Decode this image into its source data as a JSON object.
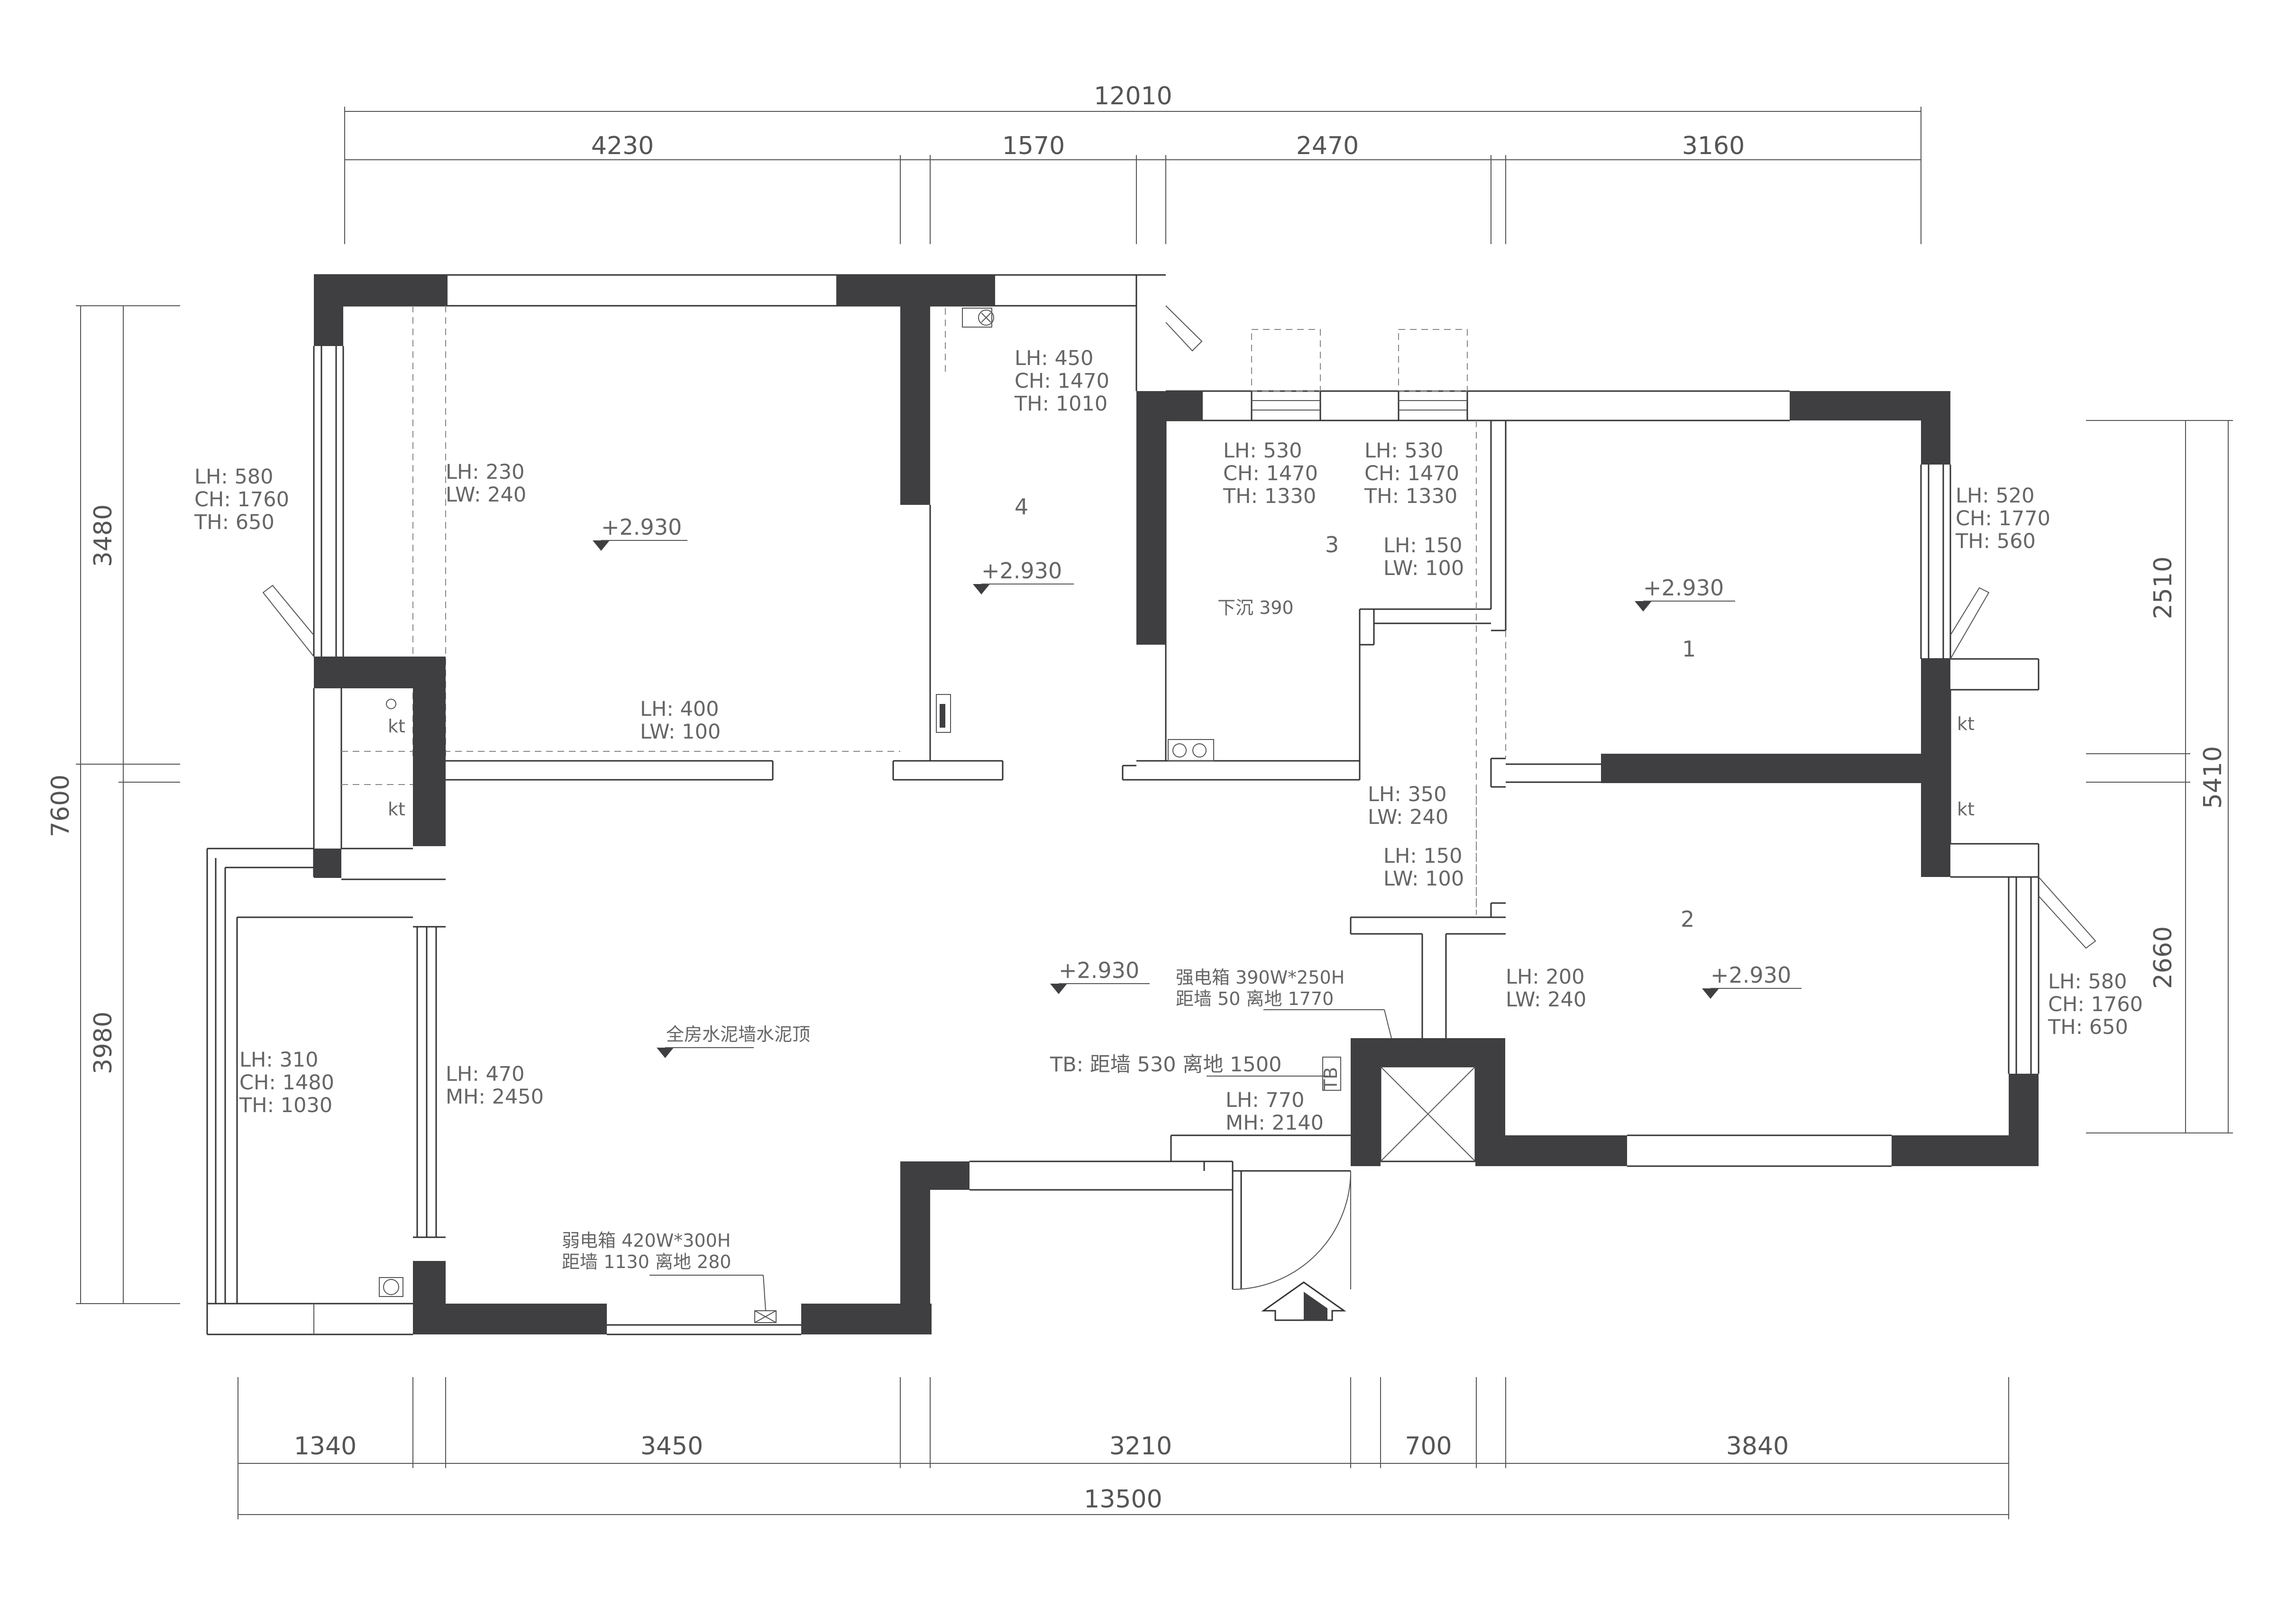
{
  "dimensions": {
    "top_total": "12010",
    "top": [
      "4230",
      "1570",
      "2470",
      "3160"
    ],
    "bottom_total": "13500",
    "bottom": [
      "1340",
      "3450",
      "3210",
      "700",
      "3840"
    ],
    "left_total": "7600",
    "left": [
      "3480",
      "3980"
    ],
    "right_total": "5410",
    "right": [
      "2510",
      "2660"
    ]
  },
  "room_numbers": [
    "1",
    "2",
    "3",
    "4"
  ],
  "levels": {
    "top_left": "+2.930",
    "room4": "+2.930",
    "room1": "+2.930",
    "room2": "+2.930",
    "living": "+2.930"
  },
  "annotations": {
    "win_left": [
      "LH: 580",
      "CH: 1760",
      "TH: 650"
    ],
    "beam_230": [
      "LH: 230",
      "LW: 240"
    ],
    "beam_400": [
      "LH: 400",
      "LW: 100"
    ],
    "win_room4": [
      "LH: 450",
      "CH: 1470",
      "TH: 1010"
    ],
    "win_room3_a": [
      "LH: 530",
      "CH: 1470",
      "TH: 1330"
    ],
    "win_room3_b": [
      "LH: 530",
      "CH: 1470",
      "TH: 1330"
    ],
    "beam_150_a": [
      "LH: 150",
      "LW: 100"
    ],
    "sink_390": "下沉 390",
    "win_room1": [
      "LH: 520",
      "CH: 1770",
      "TH: 560"
    ],
    "beam_350": [
      "LH: 350",
      "LW: 240"
    ],
    "beam_150_b": [
      "LH: 150",
      "LW: 100"
    ],
    "beam_200": [
      "LH: 200",
      "LW: 240"
    ],
    "win_room2": [
      "LH: 580",
      "CH: 1760",
      "TH: 650"
    ],
    "win_balcony": [
      "LH: 310",
      "CH: 1480",
      "TH: 1030"
    ],
    "door_living": [
      "LH: 470",
      "MH: 2450"
    ],
    "strong_box": [
      "强电箱 390W*250H",
      "距墙 50   离地 1770"
    ],
    "whole_house": "全房水泥墙水泥顶",
    "tb": "TB: 距墙 530   离地 1500",
    "tb_tag": "TB",
    "entry_door": [
      "LH: 770",
      "MH: 2140"
    ],
    "weak_box": [
      "弱电箱 420W*300H",
      "距墙 1130   离地 280"
    ],
    "kt": "kt"
  }
}
